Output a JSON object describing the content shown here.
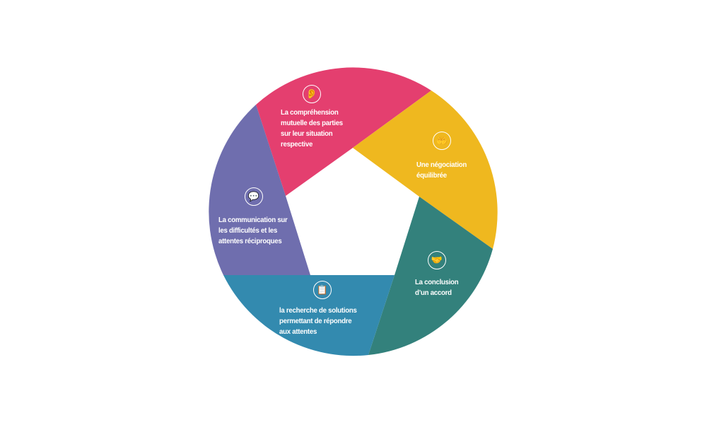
{
  "segments": [
    {
      "id": "comprehension",
      "label": "La compréhension mutuelle des parties sur leur situation respective",
      "lines": [
        "La compréhension",
        "mutuelle des parties",
        "sur leur situation",
        "respective"
      ],
      "color": "#e43f6f",
      "icon": "ear-icon",
      "glyph": "👂"
    },
    {
      "id": "negociation",
      "label": "Une négociation équilibrée",
      "lines": [
        "Une négociation",
        "équilibrée"
      ],
      "color": "#efb81f",
      "icon": "hands-icon",
      "glyph": "🤲"
    },
    {
      "id": "conclusion",
      "label": "La conclusion d'un accord",
      "lines": [
        "La conclusion",
        "d’un accord"
      ],
      "color": "#33817c",
      "icon": "handshake-icon",
      "glyph": "🤝"
    },
    {
      "id": "recherche",
      "label": "la recherche de solutions permettant de répondre aux attentes",
      "lines": [
        "la recherche de solutions",
        "permettant de répondre",
        "aux attentes"
      ],
      "color": "#338aaf",
      "icon": "clipboard-icon",
      "glyph": "📋"
    },
    {
      "id": "communication",
      "label": "La communication sur les difficultés et les attentes réciproques",
      "lines": [
        "La communication sur",
        "les difficultés et les",
        "attentes réciproques"
      ],
      "color": "#6f6eae",
      "icon": "speech-bubbles-icon",
      "glyph": "💬"
    }
  ]
}
